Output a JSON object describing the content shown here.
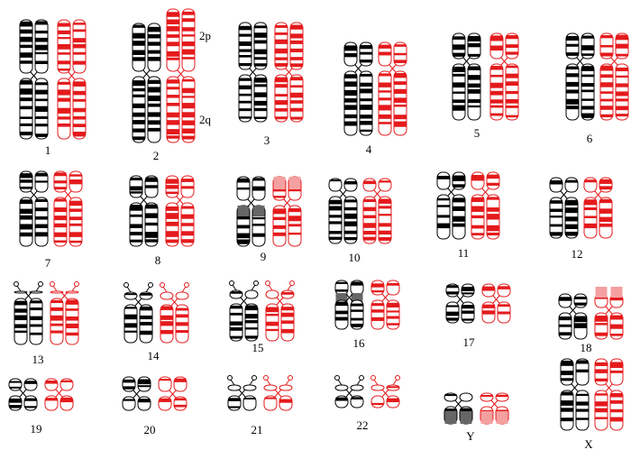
{
  "colors": {
    "black_band": "#000000",
    "red_band": "#e41a1c",
    "gray_band": "#666666",
    "pink_band": "#f4a0a0",
    "outline_black": "#000000",
    "outline_red": "#e41a1c",
    "background": "#ffffff"
  },
  "arm_labels": {
    "p": "2p",
    "q": "2q"
  },
  "chromosomes": [
    {
      "id": "1",
      "label": "1"
    },
    {
      "id": "2",
      "label": "2"
    },
    {
      "id": "3",
      "label": "3"
    },
    {
      "id": "4",
      "label": "4"
    },
    {
      "id": "5",
      "label": "5"
    },
    {
      "id": "6",
      "label": "6"
    },
    {
      "id": "7",
      "label": "7"
    },
    {
      "id": "8",
      "label": "8"
    },
    {
      "id": "9",
      "label": "9"
    },
    {
      "id": "10",
      "label": "10"
    },
    {
      "id": "11",
      "label": "11"
    },
    {
      "id": "12",
      "label": "12"
    },
    {
      "id": "13",
      "label": "13"
    },
    {
      "id": "14",
      "label": "14"
    },
    {
      "id": "15",
      "label": "15"
    },
    {
      "id": "16",
      "label": "16"
    },
    {
      "id": "17",
      "label": "17"
    },
    {
      "id": "18",
      "label": "18"
    },
    {
      "id": "19",
      "label": "19"
    },
    {
      "id": "20",
      "label": "20"
    },
    {
      "id": "21",
      "label": "21"
    },
    {
      "id": "22",
      "label": "22"
    },
    {
      "id": "Y",
      "label": "Y"
    },
    {
      "id": "X",
      "label": "X"
    }
  ]
}
